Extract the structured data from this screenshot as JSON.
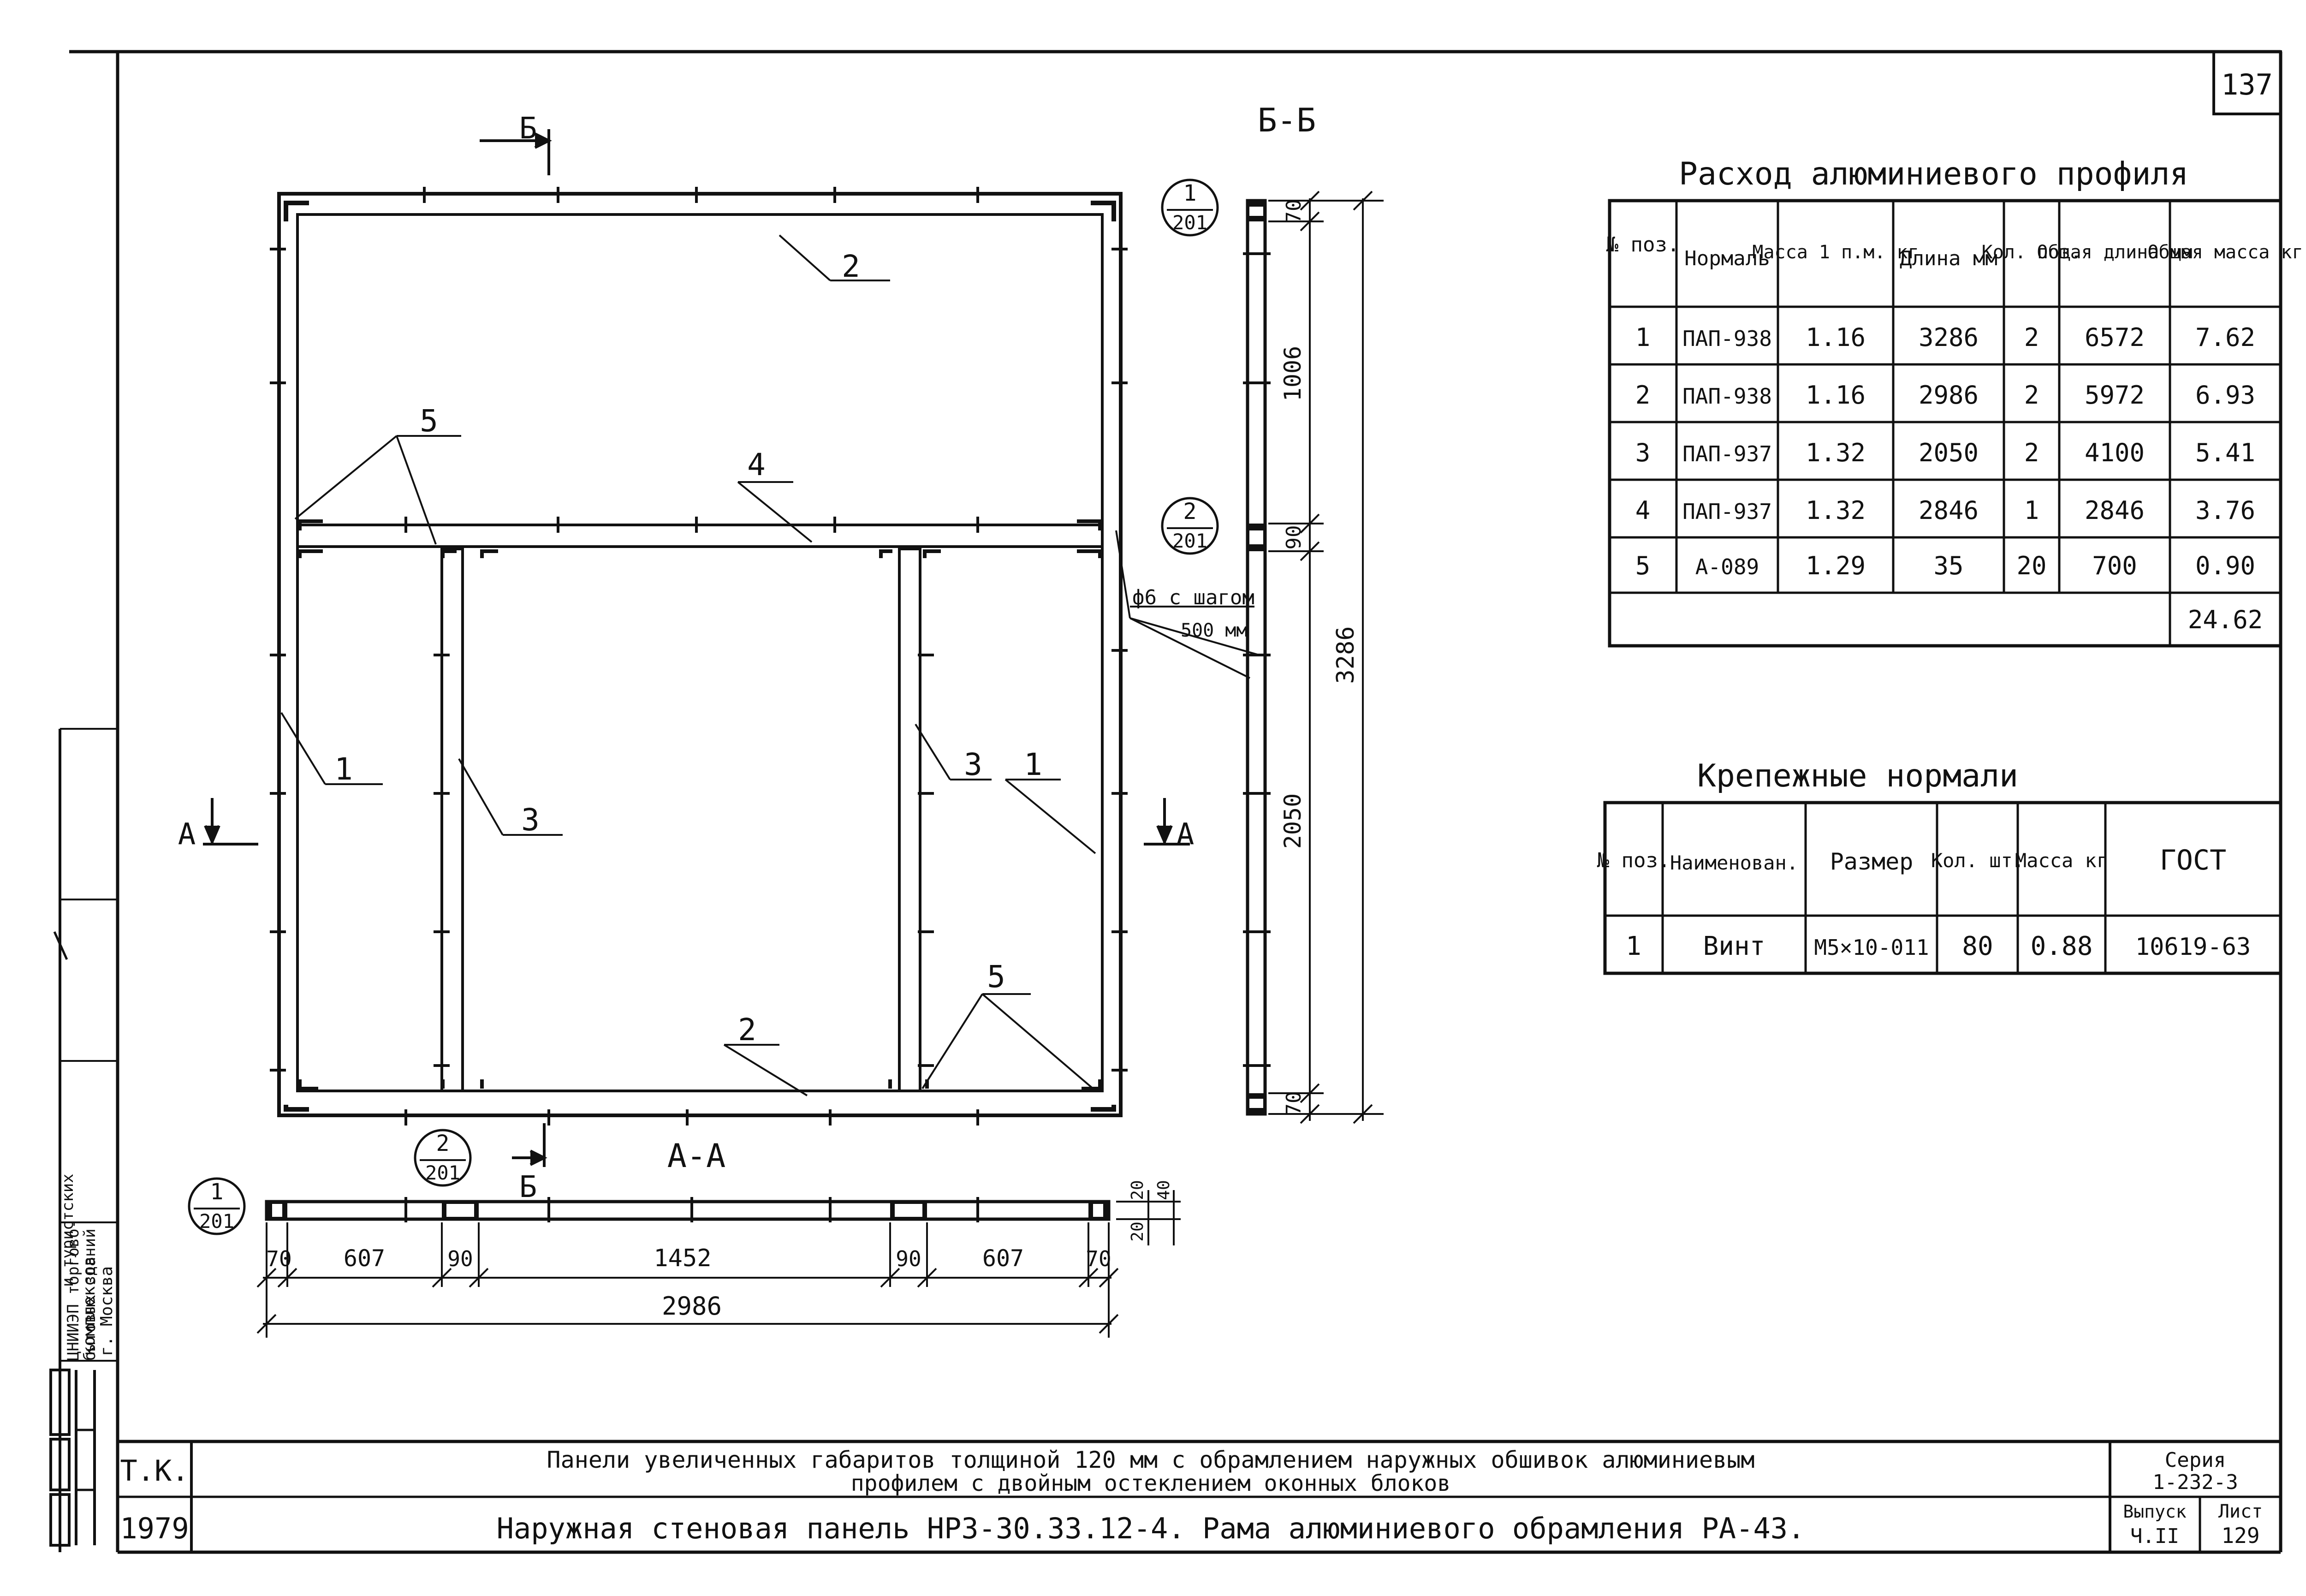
{
  "sheet_number": "137",
  "drawing": {
    "section_bb_title": "Б-Б",
    "section_aa_title": "А-А",
    "cut_label_b": "Б",
    "cut_label_a": "А",
    "pos_labels": [
      "1",
      "2",
      "3",
      "4",
      "5"
    ],
    "callout_1_num": "1",
    "callout_1_den": "201",
    "callout_2_num": "2",
    "callout_2_den": "201",
    "note_line1": "ф6 с шагом",
    "note_line2": "500 мм",
    "vdims": [
      "70",
      "1006",
      "90",
      "2050",
      "70",
      "3286"
    ],
    "hdims": [
      "70",
      "607",
      "90",
      "1452",
      "90",
      "607",
      "70",
      "2986"
    ],
    "small_dims": [
      "20",
      "40",
      "20"
    ]
  },
  "profile_table": {
    "title": "Расход алюминиевого профиля",
    "headers": [
      "№ поз.",
      "Нормаль",
      "Масса 1 п.м. кг",
      "Длина мм",
      "Кол. поз.",
      "Общая длина мм",
      "Общая масса кг"
    ],
    "rows": [
      [
        "1",
        "ПАП-938",
        "1.16",
        "3286",
        "2",
        "6572",
        "7.62"
      ],
      [
        "2",
        "ПАП-938",
        "1.16",
        "2986",
        "2",
        "5972",
        "6.93"
      ],
      [
        "3",
        "ПАП-937",
        "1.32",
        "2050",
        "2",
        "4100",
        "5.41"
      ],
      [
        "4",
        "ПАП-937",
        "1.32",
        "2846",
        "1",
        "2846",
        "3.76"
      ],
      [
        "5",
        "А-089",
        "1.29",
        "35",
        "20",
        "700",
        "0.90"
      ]
    ],
    "total": "24.62"
  },
  "fastener_table": {
    "title": "Крепежные нормали",
    "headers": [
      "№ поз.",
      "Наименован.",
      "Размер",
      "Кол. шт.",
      "Масса кг",
      "ГОСТ"
    ],
    "rows": [
      [
        "1",
        "Винт",
        "М5×10-011",
        "80",
        "0.88",
        "10619-63"
      ]
    ]
  },
  "side_stamp": {
    "line1": "ЦНИИЭП торгово-",
    "line2": "бытовых зданий",
    "line3": "и туристских",
    "line4": "комплексов",
    "line5": "г. Москва"
  },
  "title_block": {
    "code": "Т.К.",
    "year": "1979",
    "line1": "Панели увеличенных габаритов толщиной 120 мм с обрамлением наружных обшивок алюминиевым",
    "line2": "профилем с двойным остеклением оконных блоков",
    "line3": "Наружная стеновая панель НР3-30.33.12-4. Рама алюминиевого обрамления РА-43.",
    "series_label": "Серия",
    "series_value": "1-232-3",
    "issue_label": "Выпуск",
    "issue_value": "Ч.II",
    "sheet_label": "Лист",
    "sheet_value": "129"
  }
}
